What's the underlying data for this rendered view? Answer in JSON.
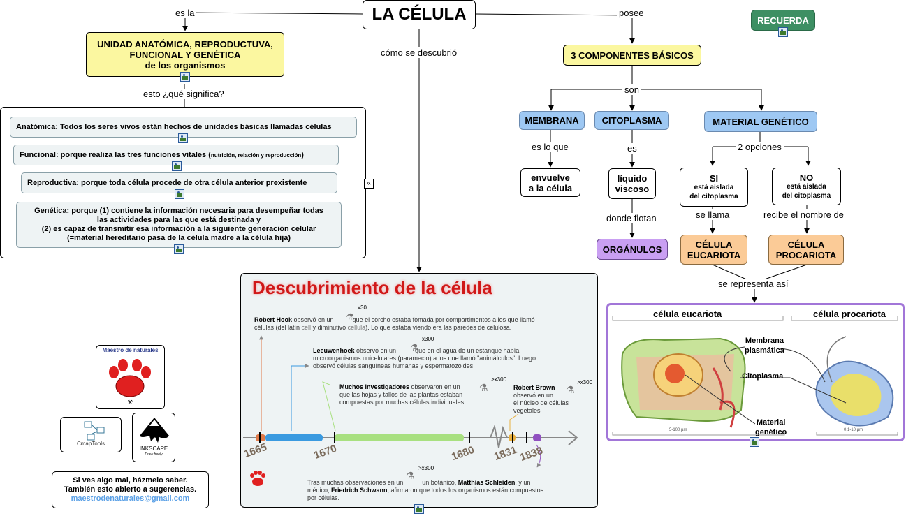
{
  "title": "LA CÉLULA",
  "links": {
    "es_la": "es la",
    "posee": "posee",
    "como": "cómo se descubrió",
    "significa": "esto ¿qué significa?",
    "son": "son",
    "es_lo_que": "es lo que",
    "es": "es",
    "dos_opciones": "2 opciones",
    "donde_flotan": "donde flotan",
    "se_llama": "se llama",
    "recibe": "recibe el nombre de",
    "representa": "se representa así"
  },
  "recuerda": "RECUERDA",
  "unidad": {
    "line1": "UNIDAD ANATÓMICA, REPRODUCTUVA,",
    "line2": "FUNCIONAL Y GENÉTICA",
    "line3": "de los organismos"
  },
  "meaning": {
    "anatomica": "Anatómica: Todos los seres vivos están hechos de unidades básicas llamadas células",
    "funcional": "Funcional: porque realiza las tres funciones vitales (",
    "funcional_small": "nutrición, relación y reproducción",
    "funcional_end": ")",
    "reproductiva": "Reproductiva: porque toda célula procede de otra célula anterior prexistente",
    "genetica1": "Genética: porque (1) contiene la información necesaria para desempeñar todas",
    "genetica2": "las actividades para las que está destinada y",
    "genetica3": "(2) es capaz de transmitir esa información a la siguiente generación celular",
    "genetica4": "(=material hereditario pasa de la célula madre a la célula hija)"
  },
  "components": {
    "title": "3 COMPONENTES BÁSICOS",
    "membrana": "MEMBRANA",
    "citoplasma": "CITOPLASMA",
    "material": "MATERIAL GENÉTICO",
    "envuelve1": "envuelve",
    "envuelve2": "a la célula",
    "liquido1": "líquido",
    "liquido2": "viscoso",
    "organulos": "ORGÁNULOS",
    "si": "SI",
    "si_sub1": "está aislada",
    "si_sub2": "del citoplasma",
    "no": "NO",
    "no_sub1": "está aislada",
    "no_sub2": "del citoplasma",
    "euca1": "CÉLULA",
    "euca2": "EUCARIOTA",
    "proca1": "CÉLULA",
    "proca2": "PROCARIOTA"
  },
  "cells_image": {
    "euca": "célula eucariota",
    "proca": "célula procariota",
    "membrana1": "Membrana",
    "membrana2": "plasmática",
    "citoplasma": "Citoplasma",
    "material1": "Material",
    "material2": "genético",
    "scale1": "5-100 µm",
    "scale2": "0,1-10 µm"
  },
  "discovery": {
    "heading": "Descubrimiento de la célula",
    "hook_name": "Robert Hook",
    "hook_text1": " observó en un ",
    "hook_text2": " que el corcho estaba fomada por compartimentos a los que llamó",
    "hook_text3": "células (del latín ",
    "hook_cell": "cell",
    "hook_text4": " y diminutivo ",
    "hook_cellula": "cellula",
    "hook_text5": "). Lo que estaba viendo era las paredes de celulosa.",
    "hook_zoom": "x30",
    "leeu_name": "Leeuwenhoek",
    "leeu_text1": " observó en un ",
    "leeu_text2": " que en el agua de un estanque había",
    "leeu_text3": "microorganismos unicelulares (paramecio) a los que llamó \"animálculos\". Luego",
    "leeu_text4": "observó células sanguíneas humanas y espermatozoides",
    "leeu_zoom": "x300",
    "muchos_name": "Muchos investigadores",
    "muchos_text1": " observaron en un",
    "muchos_text2": "que las hojas y tallos de las plantas estaban",
    "muchos_text3": "compuestas por muchas células individuales.",
    "muchos_zoom": ">x300",
    "brown_name": "Robert Brown",
    "brown_text1": "observó en un",
    "brown_text2": "el núcleo de células",
    "brown_text3": "vegetales",
    "brown_zoom": ">x300",
    "years": [
      "1665",
      "1670",
      "1680",
      "1831",
      "1838"
    ],
    "final_text1": "Tras muchas observaciones en un ",
    "final_text2": " un botánico, ",
    "final_schleiden": "Matthias Schleiden",
    "final_text3": ", y un",
    "final_text4": "médico, ",
    "final_schwann": "Friedrich Schwann",
    "final_text5": ", afirmaron que todos los organismos están compuestos",
    "final_text6": "por células.",
    "final_zoom": ">x300"
  },
  "logos": {
    "maestro": "Maestro de naturales",
    "cmap": "CmapTools",
    "inkscape": "INKSCAPE",
    "inkscape_sub": "Draw freely"
  },
  "note": {
    "line1": "Si ves algo mal, házmelo saber.",
    "line2": "También esto abierto a sugerencias.",
    "email": "maestrodenaturales@gmail.com"
  },
  "colors": {
    "yellow": "#fbf7a0",
    "blue": "#9ec8f3",
    "orange": "#fbcb97",
    "purple": "#c99ff2",
    "green": "#3d8f63",
    "email": "#5aa0e6"
  }
}
